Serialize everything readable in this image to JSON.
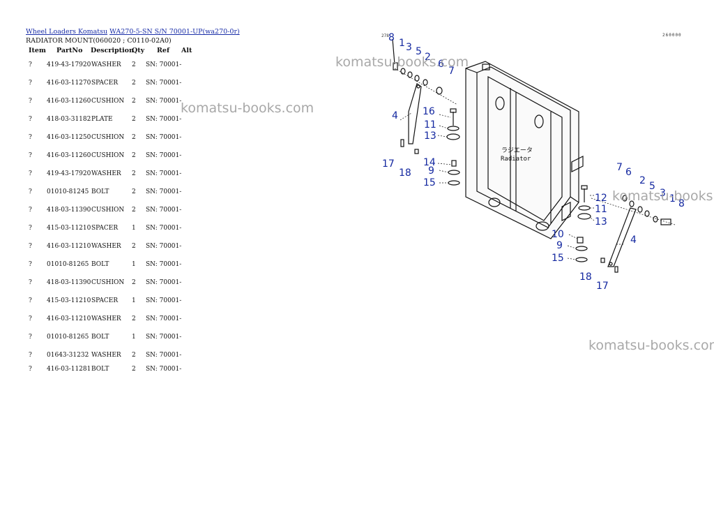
{
  "breadcrumb": {
    "link1": "Wheel Loaders Komatsu",
    "link2": "WA270-5-SN S/N 70001-UP(wa270-0r)"
  },
  "subtitle": "RADIATOR MOUNT(060020 ; C0110-02A0)",
  "columns": {
    "item": "Item",
    "partno": "PartNo",
    "description": "Description",
    "qty": "Qty",
    "ref": "Ref",
    "alt": "Alt"
  },
  "rows": [
    {
      "item": "?",
      "partno": "419-43-17920",
      "desc": "WASHER",
      "qty": "2",
      "ref": "SN: 70001-"
    },
    {
      "item": "?",
      "partno": "416-03-11270",
      "desc": "SPACER",
      "qty": "2",
      "ref": "SN: 70001-"
    },
    {
      "item": "?",
      "partno": "416-03-11260",
      "desc": "CUSHION",
      "qty": "2",
      "ref": "SN: 70001-"
    },
    {
      "item": "?",
      "partno": "418-03-31182",
      "desc": "PLATE",
      "qty": "2",
      "ref": "SN: 70001-"
    },
    {
      "item": "?",
      "partno": "416-03-11250",
      "desc": "CUSHION",
      "qty": "2",
      "ref": "SN: 70001-"
    },
    {
      "item": "?",
      "partno": "416-03-11260",
      "desc": "CUSHION",
      "qty": "2",
      "ref": "SN: 70001-"
    },
    {
      "item": "?",
      "partno": "419-43-17920",
      "desc": "WASHER",
      "qty": "2",
      "ref": "SN: 70001-"
    },
    {
      "item": "?",
      "partno": "01010-81245",
      "desc": "BOLT",
      "qty": "2",
      "ref": "SN: 70001-"
    },
    {
      "item": "?",
      "partno": "418-03-11390",
      "desc": "CUSHION",
      "qty": "2",
      "ref": "SN: 70001-"
    },
    {
      "item": "?",
      "partno": "415-03-11210",
      "desc": "SPACER",
      "qty": "1",
      "ref": "SN: 70001-"
    },
    {
      "item": "?",
      "partno": "416-03-11210",
      "desc": "WASHER",
      "qty": "2",
      "ref": "SN: 70001-"
    },
    {
      "item": "?",
      "partno": "01010-81265",
      "desc": "BOLT",
      "qty": "1",
      "ref": "SN: 70001-"
    },
    {
      "item": "?",
      "partno": "418-03-11390",
      "desc": "CUSHION",
      "qty": "2",
      "ref": "SN: 70001-"
    },
    {
      "item": "?",
      "partno": "415-03-11210",
      "desc": "SPACER",
      "qty": "1",
      "ref": "SN: 70001-"
    },
    {
      "item": "?",
      "partno": "416-03-11210",
      "desc": "WASHER",
      "qty": "2",
      "ref": "SN: 70001-"
    },
    {
      "item": "?",
      "partno": "01010-81265",
      "desc": "BOLT",
      "qty": "1",
      "ref": "SN: 70001-"
    },
    {
      "item": "?",
      "partno": "01643-31232",
      "desc": "WASHER",
      "qty": "2",
      "ref": "SN: 70001-"
    },
    {
      "item": "?",
      "partno": "416-03-11281",
      "desc": "BOLT",
      "qty": "2",
      "ref": "SN: 70001-"
    }
  ],
  "watermark": "komatsu-books.com",
  "diagram": {
    "corner_code_left": "278",
    "corner_code_right": "260000",
    "radiator_label_jp": "ラジエータ",
    "radiator_label_en": "Radiator",
    "callouts_left": [
      "8",
      "1",
      "3",
      "5",
      "2",
      "6",
      "7",
      "4",
      "16",
      "11",
      "13",
      "17",
      "18",
      "14",
      "9",
      "15"
    ],
    "callouts_right": [
      "7",
      "6",
      "2",
      "5",
      "3",
      "1",
      "8",
      "12",
      "11",
      "13",
      "4",
      "10",
      "9",
      "15",
      "18",
      "17"
    ]
  }
}
